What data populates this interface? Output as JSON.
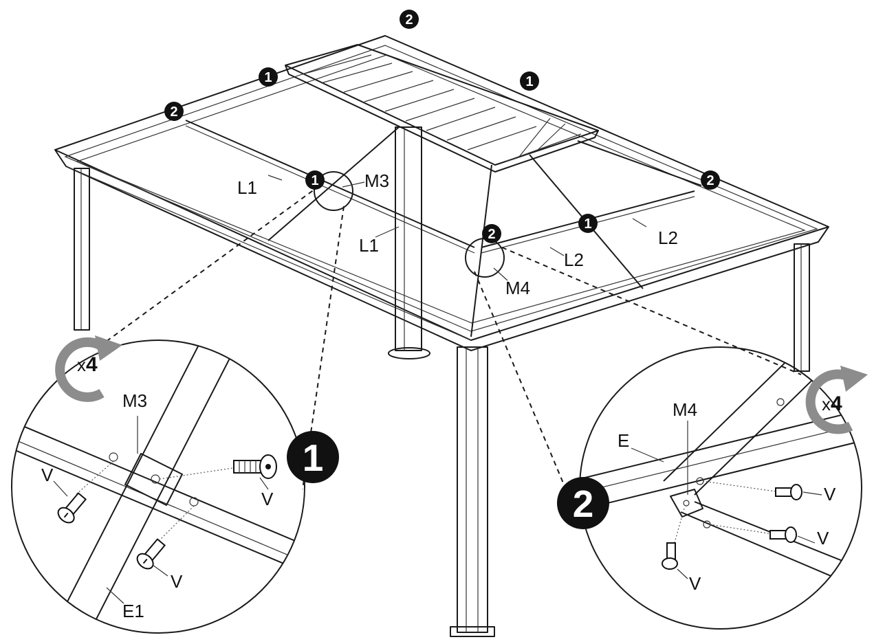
{
  "step_badges": [
    "1",
    "2"
  ],
  "part_labels": {
    "beam_L1": "L1",
    "beam_L2": "L2",
    "bracket_M3": "M3",
    "bracket_M4": "M4",
    "rail_E": "E",
    "rail_E1": "E1",
    "screw_V": "V"
  },
  "repeat": {
    "prefix": "x",
    "count": "4"
  },
  "colors": {
    "ink": "#1a1a1a",
    "badge_fill": "#111111",
    "arrow_gray": "#8c8c8c"
  },
  "icons": [
    "rotate-clockwise-icon",
    "screw-icon"
  ]
}
